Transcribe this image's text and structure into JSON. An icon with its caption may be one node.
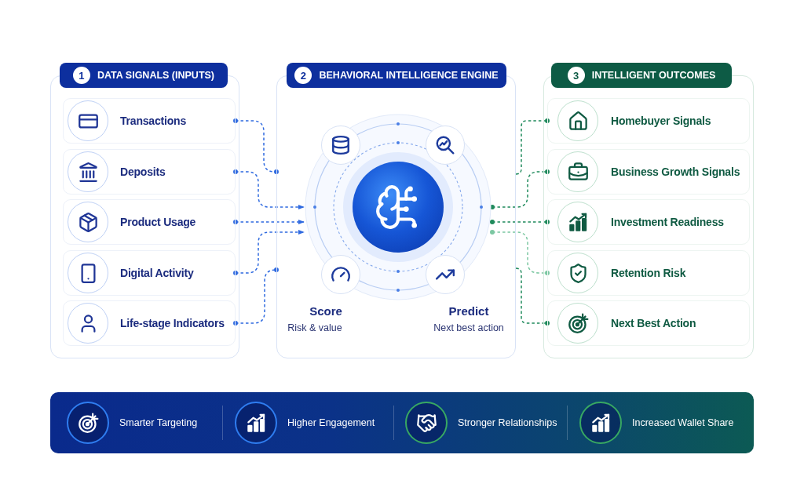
{
  "diagram": {
    "nodes": [
      {
        "text": [
          "1",
          "DATA SIGNALS (INPUTS)"
        ]
      },
      {
        "text": [
          "Transactions"
        ],
        "in": 0
      },
      {
        "text": [
          "Deposits"
        ],
        "in": 0
      },
      {
        "text": [
          "Product Usage"
        ],
        "in": 0
      },
      {
        "text": [
          "Digital Activity"
        ],
        "in": 0
      },
      {
        "text": [
          "Life-stage Indicators"
        ],
        "in": 0
      },
      {
        "text": [
          "2",
          "BEHAVIORAL INTELLIGENCE ENGINE"
        ]
      },
      {
        "text": [],
        "shape": "circle",
        "in": 6
      },
      {
        "text": [
          "3",
          "INTELLIGENT OUTCOMES"
        ]
      },
      {
        "text": [
          "Homebuyer Signals"
        ],
        "in": 8
      },
      {
        "text": [
          "Business Growth Signals"
        ],
        "in": 8
      },
      {
        "text": [
          "Investment Readiness"
        ],
        "in": 8
      },
      {
        "text": [
          "Retention Risk"
        ],
        "in": 8
      },
      {
        "text": [
          "Next Best Action"
        ],
        "in": 8
      },
      {
        "text": [
          "Smarter Targeting",
          "Higher Engagement",
          "Stronger Relationships",
          "Increased Wallet Share"
        ]
      }
    ],
    "edges": [
      {
        "from": 1,
        "to": 6,
        "arrow": "other",
        "style": "dashed",
        "color": "#2f6ae0"
      },
      {
        "from": 2,
        "to": 7,
        "arrow": "to",
        "style": "dashed",
        "color": "#2f6ae0"
      },
      {
        "from": 3,
        "to": 7,
        "arrow": "to",
        "style": "dashed",
        "color": "#2f6ae0"
      },
      {
        "from": 4,
        "to": 7,
        "arrow": "to",
        "style": "dashed",
        "color": "#2f6ae0"
      },
      {
        "from": 5,
        "to": 6,
        "arrow": "other",
        "style": "dashed",
        "color": "#2f6ae0"
      },
      {
        "from": 6,
        "to": 9,
        "arrow": "other",
        "style": "dashed",
        "color": "#1f8a5c"
      },
      {
        "from": 7,
        "to": 10,
        "arrow": "other",
        "style": "dashed",
        "color": "#1f8a5c"
      },
      {
        "from": 7,
        "to": 11,
        "arrow": "other",
        "style": "dashed",
        "color": "#1f8a5c"
      },
      {
        "from": 7,
        "to": 12,
        "arrow": "other",
        "style": "dashed",
        "color": "#7cc7a2"
      },
      {
        "from": 6,
        "to": 13,
        "arrow": "other",
        "style": "dashed",
        "color": "#1f8a5c"
      }
    ],
    "labels": [
      "Score",
      "Risk & value",
      "Predict",
      "Next best action"
    ]
  }
}
